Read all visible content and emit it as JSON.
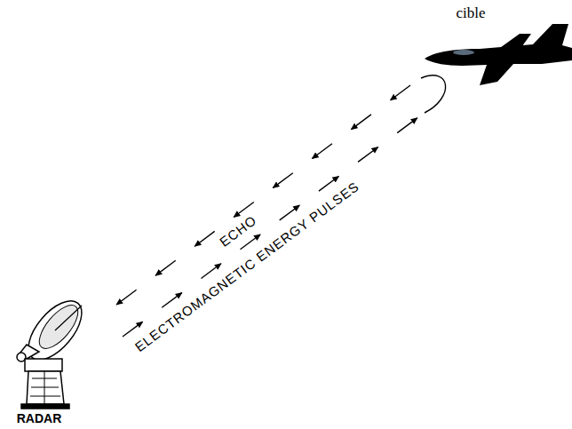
{
  "diagram": {
    "labels": [
      "cible",
      "ECHO",
      "ELECTROMAGNETIC ENERGY PULSES",
      "RADAR"
    ]
  }
}
